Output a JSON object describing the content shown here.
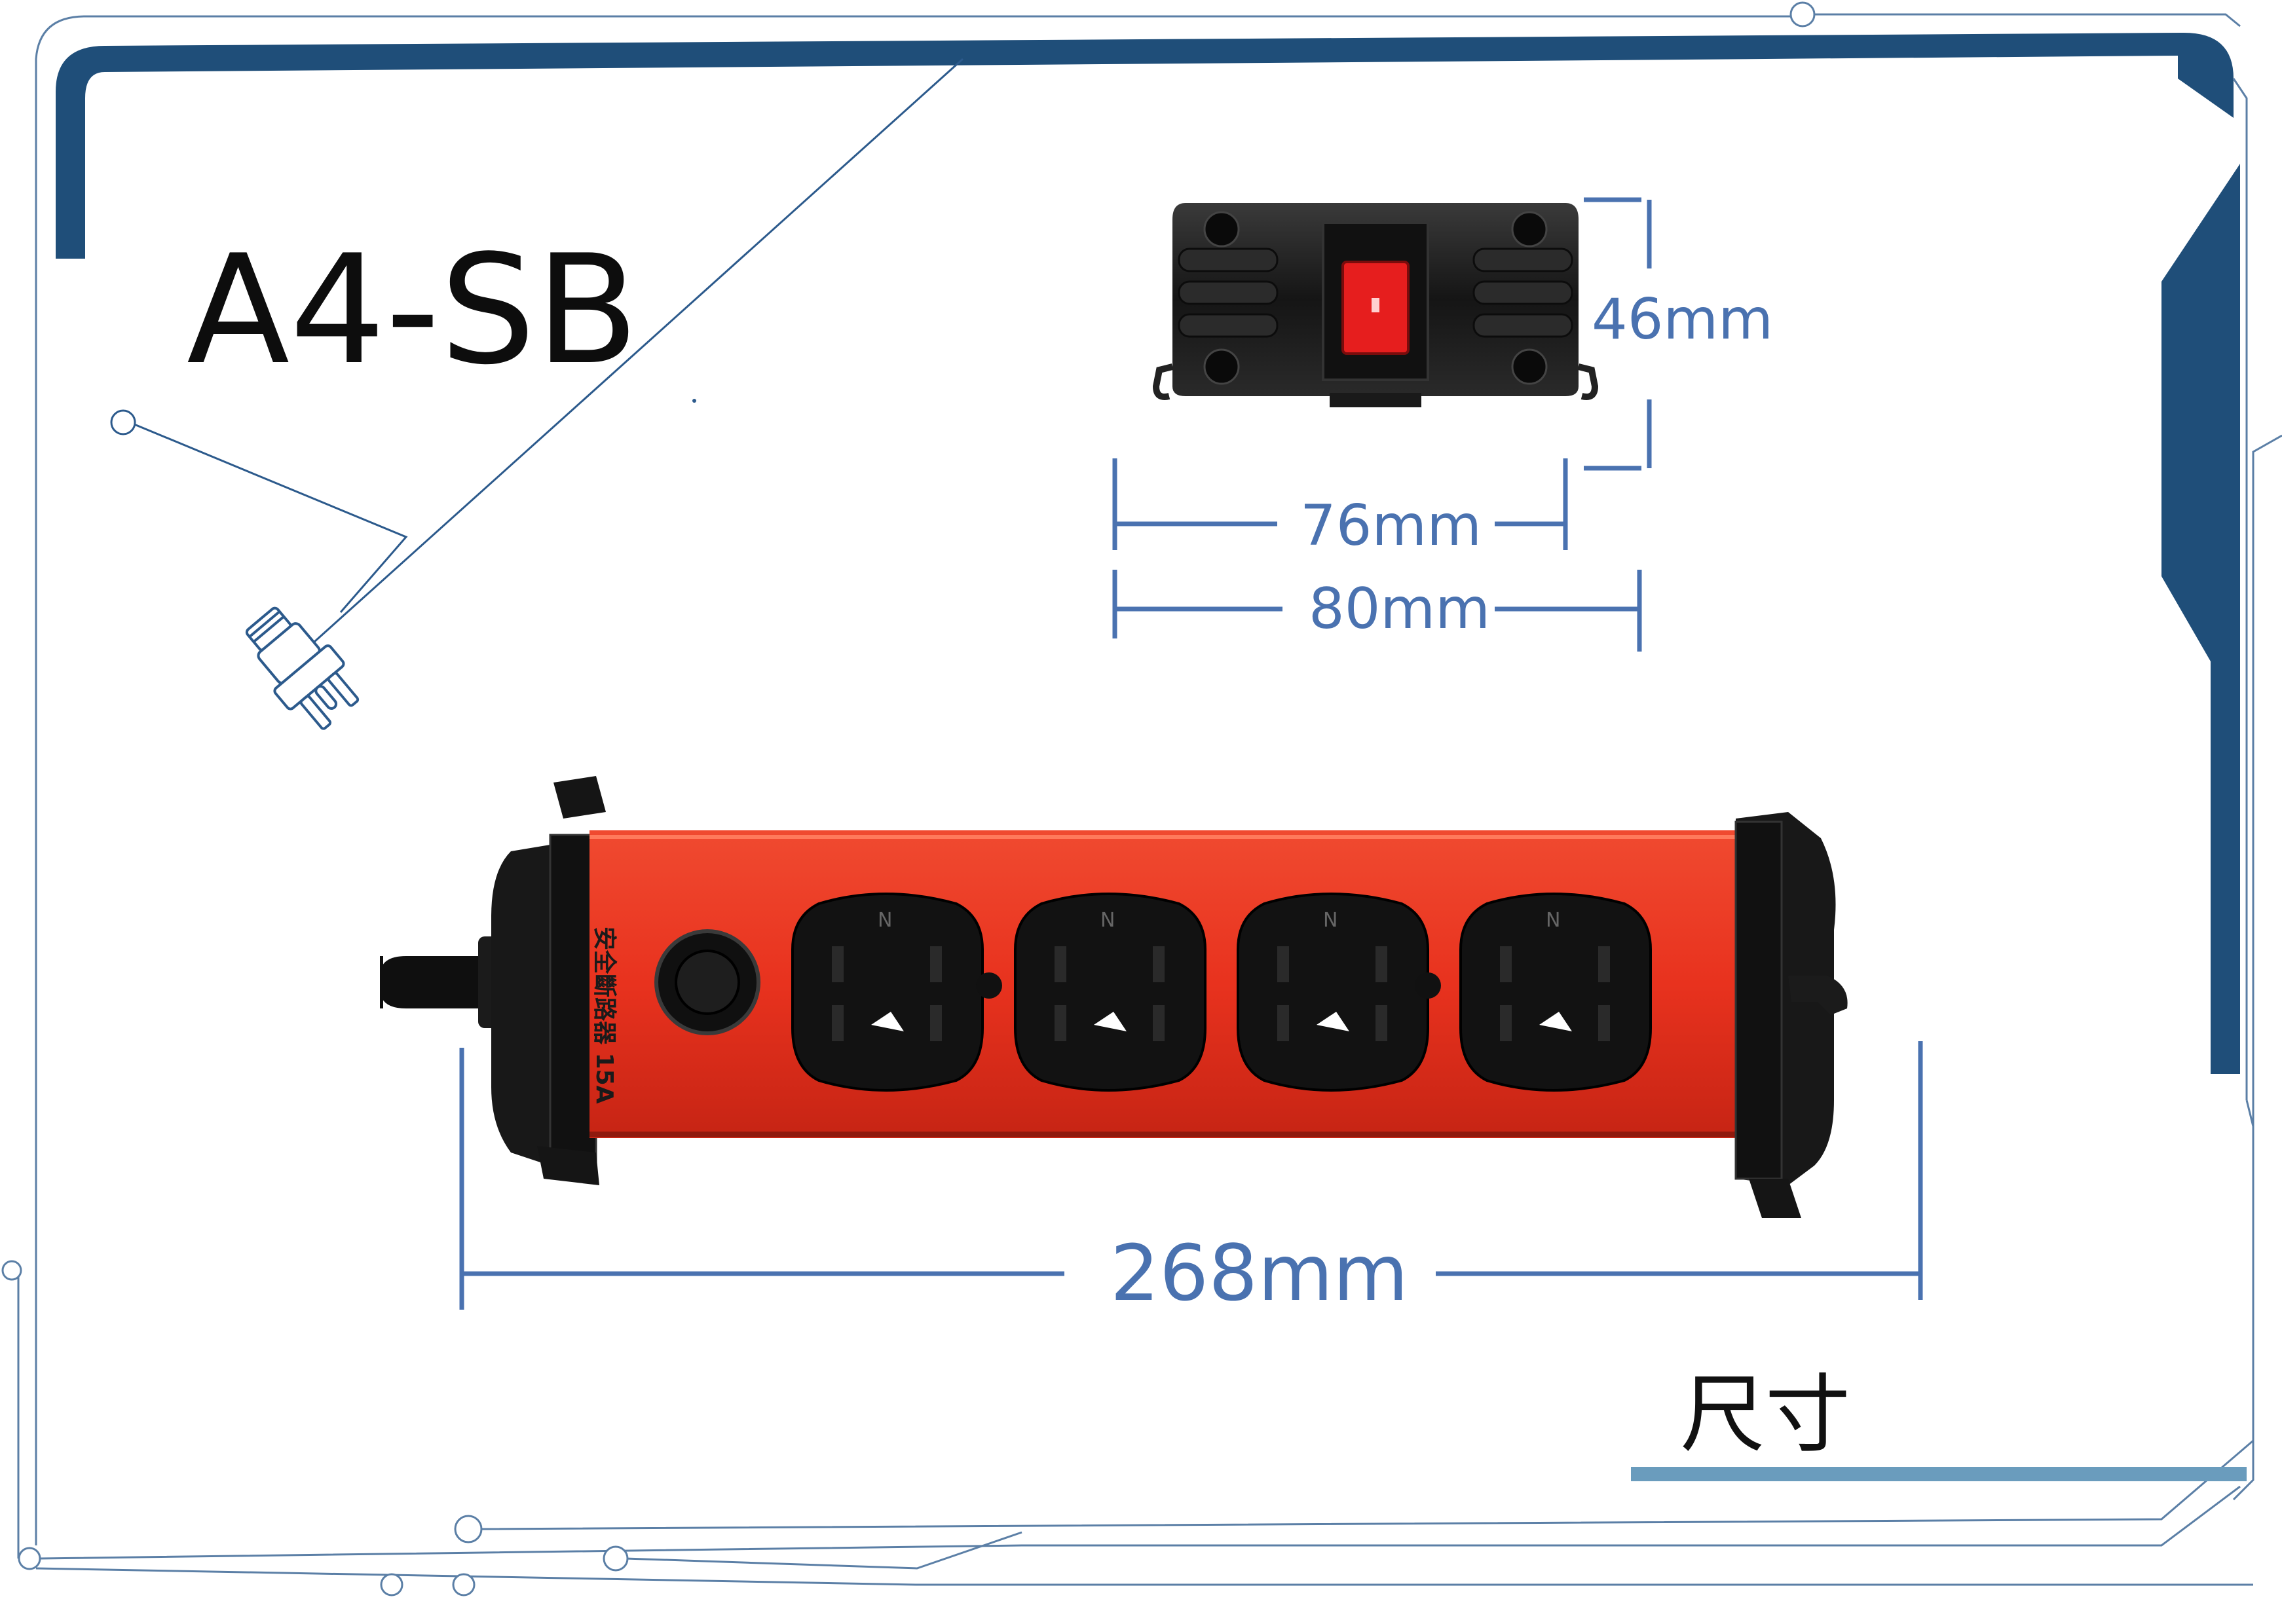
{
  "product": {
    "model": "A4-SB",
    "section_label": "尺寸",
    "breaker_label": "安全斷路器 15A"
  },
  "dimensions": {
    "height": "46mm",
    "inner_width": "76mm",
    "outer_width": "80mm",
    "length": "268mm"
  },
  "colors": {
    "frame_blue": "#1f4e79",
    "dimension_blue": "#4a72b0",
    "line_blue": "#2c5a8c",
    "body_red": "#e8321e",
    "switch_red": "#e61e1e",
    "housing_black": "#161616"
  },
  "icons": {
    "plug": "plug-icon",
    "outlet": "outlet-icon",
    "breaker": "breaker-button-icon",
    "switch": "rocker-switch-icon"
  }
}
